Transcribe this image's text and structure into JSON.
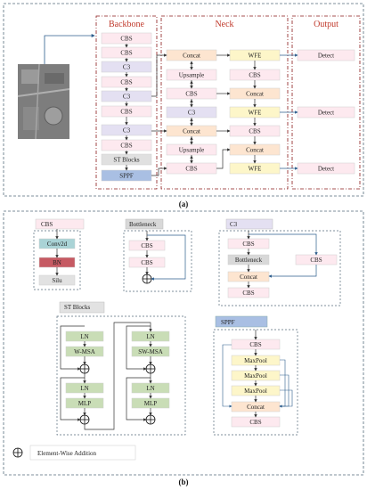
{
  "part_a": {
    "caption": "(a)",
    "section_headers": {
      "backbone": "Backbone",
      "neck": "Neck",
      "output": "Output"
    },
    "backbone_blocks": [
      "CBS",
      "CBS",
      "C3",
      "CBS",
      "C3",
      "CBS",
      "C3",
      "CBS",
      "ST Blocks",
      "SPPF"
    ],
    "neck_left_blocks": [
      "Concat",
      "Upsample",
      "CBS",
      "C3",
      "Concat",
      "Upsample",
      "CBS"
    ],
    "neck_right_blocks": [
      "WFE",
      "CBS",
      "Concat",
      "WFE",
      "CBS",
      "Concat",
      "WFE"
    ],
    "output_blocks": [
      "Detect",
      "Detect",
      "Detect"
    ]
  },
  "part_b": {
    "caption": "(b)",
    "cbs_module": {
      "title": "CBS",
      "items": [
        "Conv2d",
        "BN",
        "Silu"
      ]
    },
    "bottleneck_module": {
      "title": "Bottleneck",
      "items": [
        "CBS",
        "CBS"
      ]
    },
    "c3_module": {
      "title": "C3",
      "items": [
        "CBS",
        "Bottleneck",
        "CBS",
        "Concat",
        "CBS"
      ]
    },
    "st_blocks_module": {
      "title": "ST Blocks",
      "left_column": [
        "LN",
        "W-MSA",
        "LN",
        "MLP"
      ],
      "right_column": [
        "LN",
        "SW-MSA",
        "LN",
        "MLP"
      ]
    },
    "sppf_module": {
      "title": "SPPF",
      "items": [
        "CBS",
        "MaxPool",
        "MaxPool",
        "MaxPool",
        "Concat",
        "CBS"
      ]
    },
    "legend": {
      "label": "Element-Wise Addition"
    }
  },
  "colors": {
    "cbs_fill": "#fde9ef",
    "c3_fill": "#e4e0f2",
    "concat_fill": "#fde5d0",
    "wfe_fill": "#fdf6c9",
    "st_fill": "#e0e0e0",
    "sppf_fill": "#a9bfe3",
    "detect_fill": "#fde9ef",
    "conv_fill": "#a9d3d6",
    "bn_fill": "#c65a63",
    "silu_fill": "#e2e2e2",
    "ln_fill": "#c9ddb6",
    "bottleneck_fill": "#d8d8d8",
    "maxpool_fill": "#fdf6c9",
    "header_red": "#c0392b",
    "arrow_blue": "#2c5c8c",
    "border_dash": "#556b7b"
  }
}
